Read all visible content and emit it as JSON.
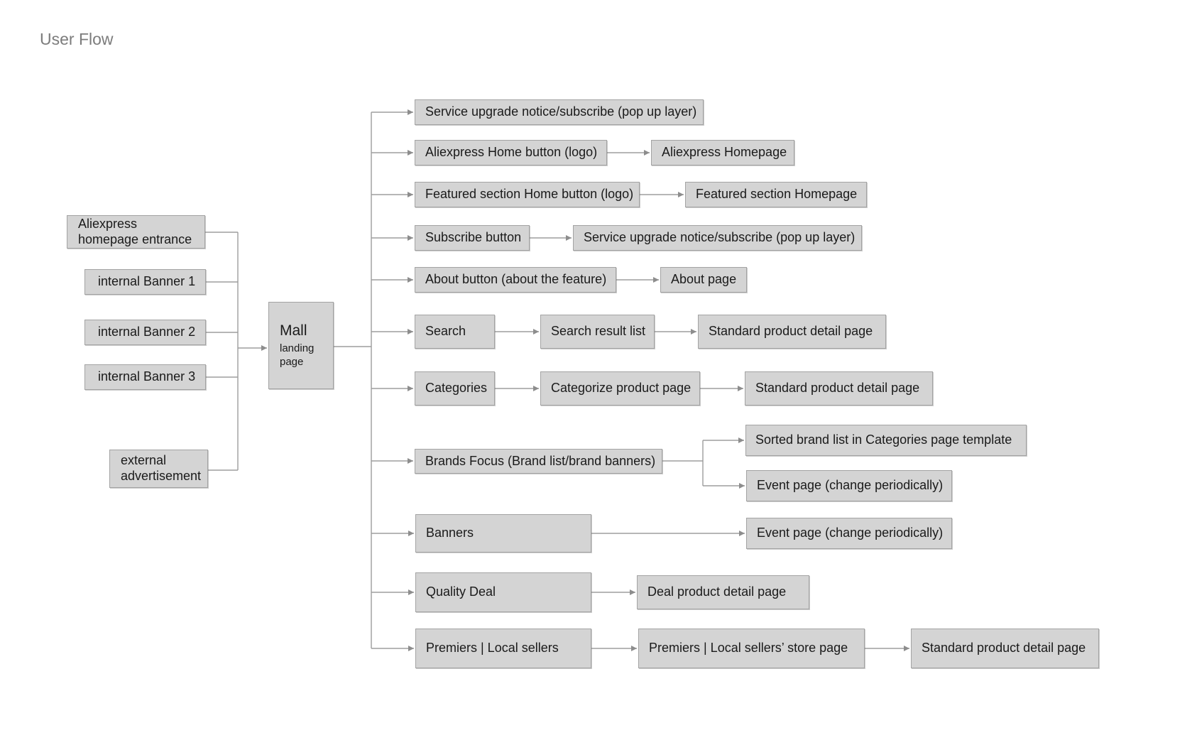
{
  "title": "User Flow",
  "colors": {
    "background": "#ffffff",
    "box_fill": "#d4d4d4",
    "box_border": "#a3a3a3",
    "line": "#9d9d9d",
    "arrowhead": "#8d8d8d",
    "text": "#1a1a1a",
    "title_text": "#7c7c7c"
  },
  "sources": {
    "entrance": "Aliexpress\nhomepage entrance",
    "banner1": "internal Banner 1",
    "banner2": "internal Banner 2",
    "banner3": "internal Banner 3",
    "external_ad": "external\nadvertisement"
  },
  "hub": {
    "title": "Mall",
    "subtitle": "landing\npage"
  },
  "flows": {
    "r1": {
      "a": "Service upgrade notice/subscribe (pop up layer)"
    },
    "r2": {
      "a": "Aliexpress Home button (logo)",
      "b": "Aliexpress Homepage"
    },
    "r3": {
      "a": "Featured section Home button (logo)",
      "b": "Featured section Homepage"
    },
    "r4": {
      "a": "Subscribe button",
      "b": "Service upgrade notice/subscribe (pop up layer)"
    },
    "r5": {
      "a": "About button (about the feature)",
      "b": "About page"
    },
    "r6": {
      "a": "Search",
      "b": "Search result list",
      "c": "Standard product detail page"
    },
    "r7": {
      "a": "Categories",
      "b": "Categorize product page",
      "c": "Standard product detail page"
    },
    "r8": {
      "a": "Brands Focus (Brand list/brand banners)",
      "b": "Sorted brand list in Categories page template",
      "c": "Event page (change periodically)"
    },
    "r9": {
      "a": "Banners",
      "b": "Event page (change periodically)"
    },
    "r10": {
      "a": "Quality Deal",
      "b": "Deal product detail page"
    },
    "r11": {
      "a": "Premiers | Local sellers",
      "b": "Premiers | Local sellers’ store page",
      "c": "Standard product detail page"
    }
  }
}
